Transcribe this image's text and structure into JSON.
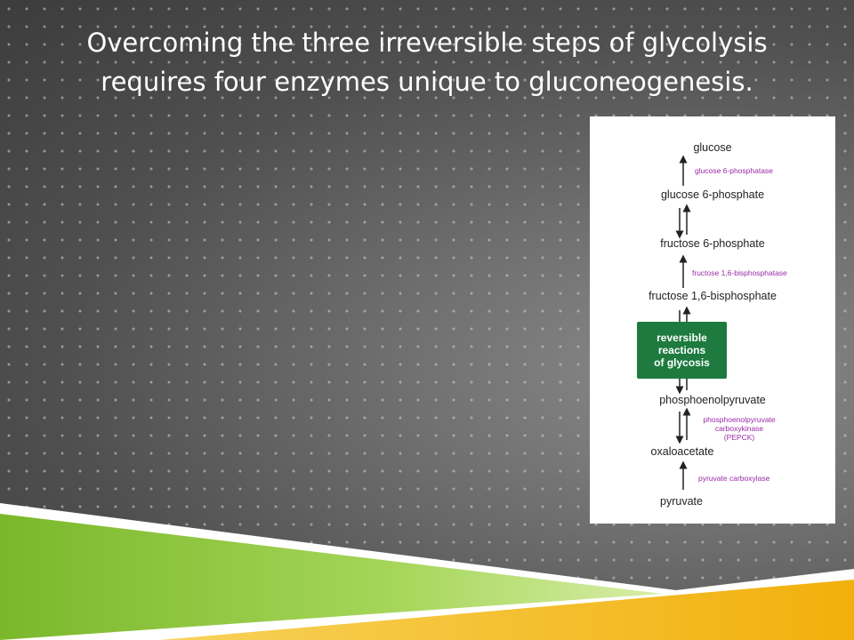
{
  "slide": {
    "title_line1": "Overcoming the three irreversible steps of glycolysis",
    "title_line2": "requires four enzymes unique to gluconeogenesis."
  },
  "diagram": {
    "nodes": {
      "glucose": "glucose",
      "glucose_6_phosphate": "glucose 6-phosphate",
      "fructose_6_phosphate": "fructose 6-phosphate",
      "fructose_1_6_bisphosphate": "fructose 1,6-bisphosphate",
      "phosphoenolpyruvate": "phosphoenolpyruvate",
      "oxaloacetate": "oxaloacetate",
      "pyruvate": "pyruvate"
    },
    "enzymes": {
      "glucose_6_phosphatase": "glucose 6-phosphatase",
      "fructose_1_6_bisphosphatase": "fructose 1,6-bisphosphatase",
      "pepck_line1": "phosphoenolpyruvate",
      "pepck_line2": "carboxykinase",
      "pepck_line3": "(PEPCK)",
      "pyruvate_carboxylase": "pyruvate carboxylase"
    },
    "reversible_box": {
      "line1": "reversible",
      "line2": "reactions",
      "line3": "of glycosis"
    },
    "colors": {
      "enzyme_text": "#9a2aa7",
      "box_fill": "#1e7a3f",
      "green_band": "#8cc63f",
      "yellow_band": "#f2b81c"
    }
  }
}
